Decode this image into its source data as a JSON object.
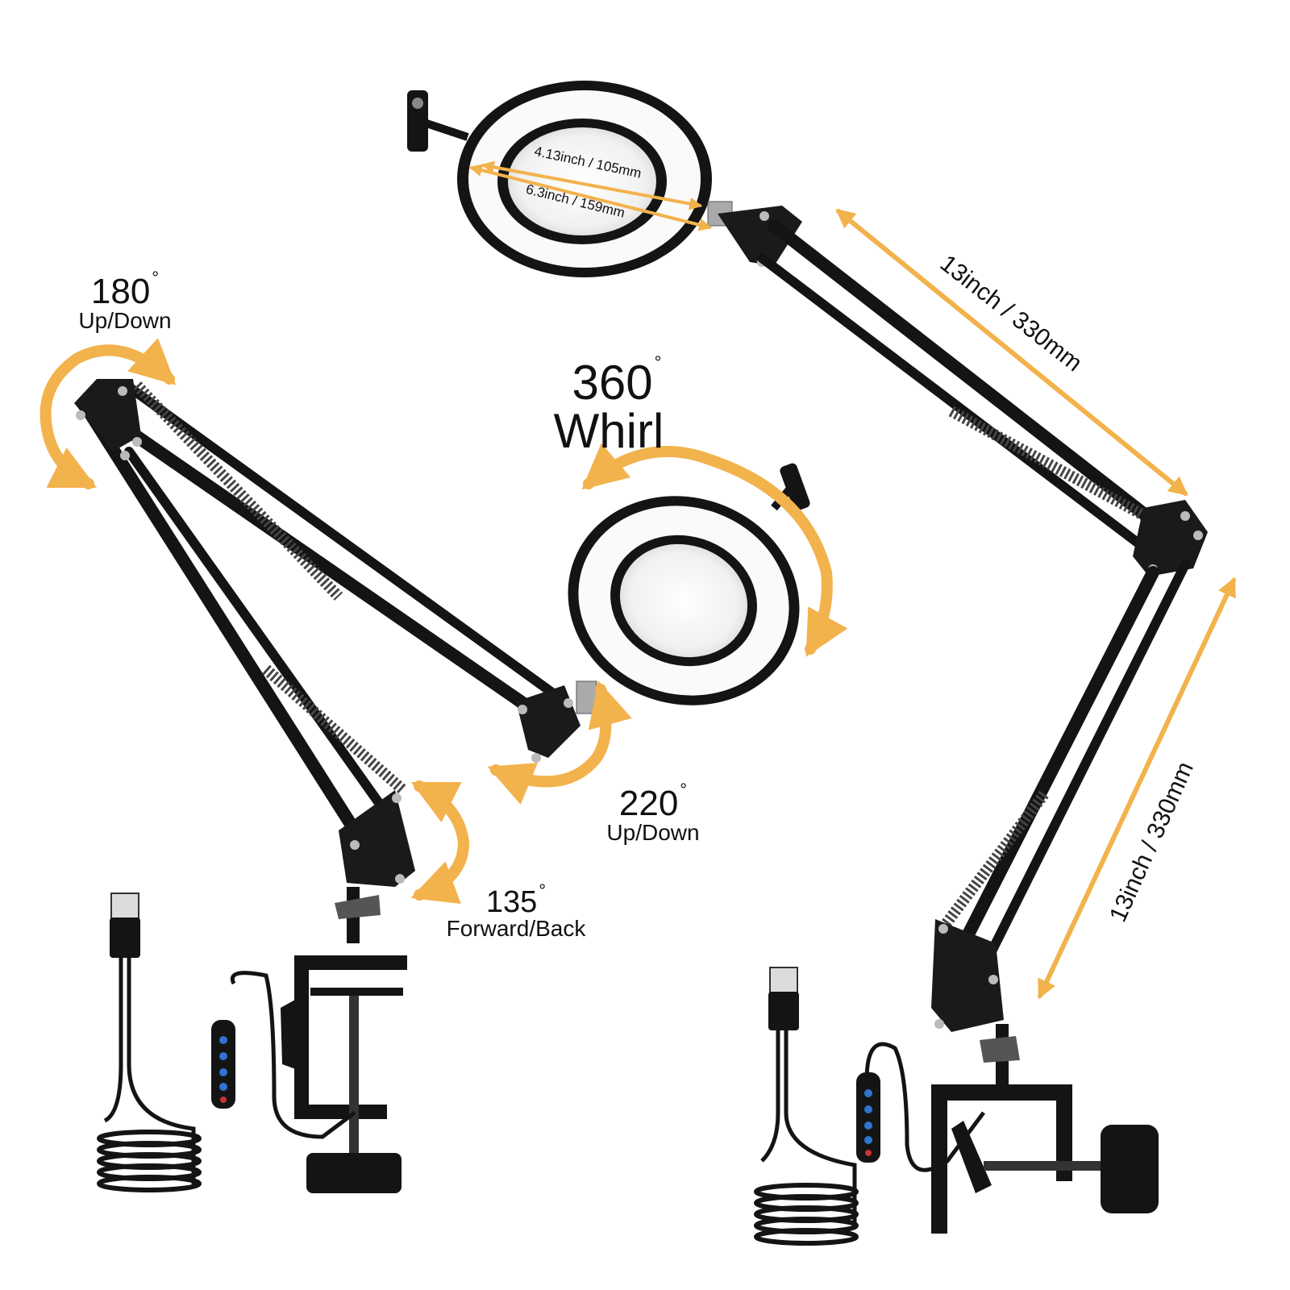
{
  "image": {
    "accent_color": "#F2B24C",
    "frame_color": "#141414"
  },
  "labels": {
    "rot180": {
      "value": "180",
      "caption": "Up/Down"
    },
    "whirl360": {
      "value": "360",
      "caption": "Whirl"
    },
    "rot220": {
      "value": "220",
      "caption": "Up/Down"
    },
    "rot135": {
      "value": "135",
      "caption": "Forward/Back"
    },
    "degree_mark": "°"
  },
  "dimensions": {
    "inner_lens": "4.13inch / 105mm",
    "outer_lens": "6.3inch / 159mm",
    "upper_arm": "13inch / 330mm",
    "lower_arm": "13inch / 330mm"
  }
}
